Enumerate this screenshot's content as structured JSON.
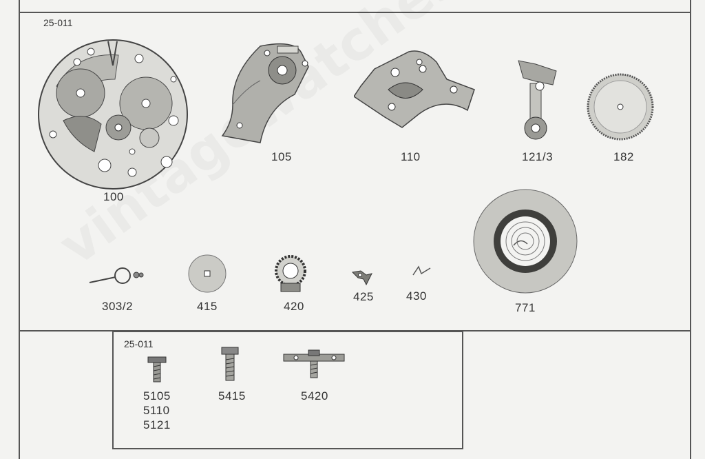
{
  "catalog": {
    "caliber_code_main": "25-011",
    "caliber_code_screws": "25-011",
    "watermark": "vintagewatchespares.com"
  },
  "parts": {
    "p100": "100",
    "p105": "105",
    "p110": "110",
    "p121_3": "121/3",
    "p182": "182",
    "p303_2": "303/2",
    "p415": "415",
    "p420": "420",
    "p425": "425",
    "p430": "430",
    "p771": "771"
  },
  "screws": {
    "s5105": "5105",
    "s5110": "5110",
    "s5121": "5121",
    "s5415": "5415",
    "s5420": "5420"
  }
}
